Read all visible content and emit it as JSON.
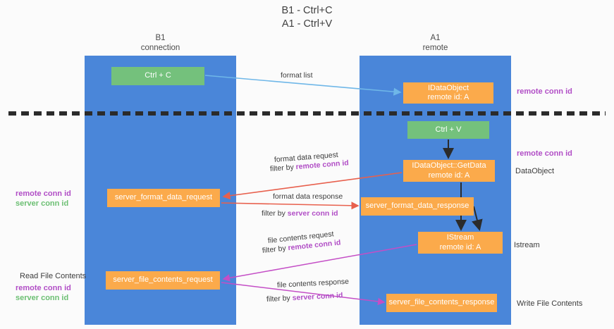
{
  "title": {
    "line1": "B1 - Ctrl+C",
    "line2": "A1 - Ctrl+V"
  },
  "lanes": [
    {
      "id": "b1",
      "name": "B1",
      "sub": "connection",
      "color": "#4a86d9"
    },
    {
      "id": "a1",
      "name": "A1",
      "sub": "remote",
      "color": "#4a86d9"
    }
  ],
  "nodes": {
    "ctrl_c": {
      "line1": "Ctrl + C",
      "line2": "",
      "color": "#74c17c"
    },
    "idataobject": {
      "line1": "IDataObject",
      "line2": "remote id: A",
      "color": "#fbaa4b"
    },
    "ctrl_v": {
      "line1": "Ctrl + V",
      "line2": "",
      "color": "#74c17c"
    },
    "getdata": {
      "line1": "IDataObject::GetData",
      "line2": "remote id: A",
      "color": "#fbaa4b"
    },
    "format_req": {
      "line1": "server_format_data_request",
      "line2": "",
      "color": "#fbaa4b"
    },
    "format_resp": {
      "line1": "server_format_data_response",
      "line2": "",
      "color": "#fbaa4b"
    },
    "istream": {
      "line1": "IStream",
      "line2": "remote id: A",
      "color": "#fbaa4b"
    },
    "file_req": {
      "line1": "server_file_contents_request",
      "line2": "",
      "color": "#fbaa4b"
    },
    "file_resp": {
      "line1": "server_file_contents_response",
      "line2": "",
      "color": "#fbaa4b"
    }
  },
  "edge_labels": {
    "format_list": "format list",
    "format_data_request": "format data request",
    "format_data_request_filter_prefix": "filter by ",
    "format_data_request_filter_key": "remote conn id",
    "format_data_response": "format data response",
    "format_data_response_filter_prefix": "filter by ",
    "format_data_response_filter_key": "server conn id",
    "file_contents_request": "file contents request",
    "file_contents_request_filter_prefix": "filter by ",
    "file_contents_request_filter_key": "remote conn id",
    "file_contents_response": "file contents response",
    "file_contents_response_filter_prefix": "filter by ",
    "file_contents_response_filter_key": "server conn id"
  },
  "side_labels": {
    "right_remote_conn_id_1": "remote conn id",
    "right_remote_conn_id_2": "remote conn id",
    "right_dataobject": "DataObject",
    "right_istream": "Istream",
    "right_write_file_contents": "Write File Contents",
    "left_remote_conn_id_1": "remote conn id",
    "left_server_conn_id_1": "server conn id",
    "left_read_file_contents": "Read File Contents",
    "left_remote_conn_id_2": "remote conn id",
    "left_server_conn_id_2": "server conn id"
  },
  "colors": {
    "lane": "#4a86d9",
    "green_node": "#74c17c",
    "orange_node": "#fbaa4b",
    "remote_conn_id": "#b14ec6",
    "server_conn_id": "#6cbf73",
    "server_conn_id_alt": "#c24ec6",
    "arrow_blue": "#6fb7e8",
    "arrow_red": "#e8604d",
    "arrow_magenta": "#c44ec6",
    "arrow_dark": "#2b2b2b",
    "divider": "#2b2b2b",
    "background": "#fbfbfb"
  }
}
